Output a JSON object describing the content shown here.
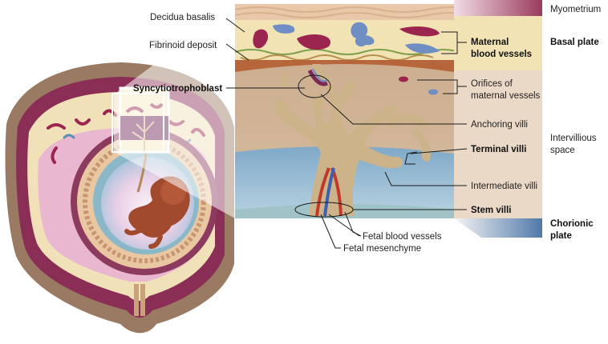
{
  "title": "",
  "labels": {
    "decidua_basalis": "Decidua basalis",
    "fibrinoid_deposit": "Fibrinoid deposit",
    "syncytiotrophoblast": "Syncytiotrophoblast",
    "myometrium": "Myometrium",
    "maternal_blood_vessels_1": "Maternal",
    "maternal_blood_vessels_2": "blood vessels",
    "basal_plate": "Basal plate",
    "orifices_1": "Orifices of",
    "orifices_2": "maternal vessels",
    "anchoring_villi": "Anchoring villi",
    "intervillious_space_1": "Intervillious",
    "intervillious_space_2": "space",
    "terminal_villi": "Terminal villi",
    "intermediate_villi": "Intermediate villi",
    "stem_villi": "Stem villi",
    "chorionic_plate_1": "Chorionic",
    "chorionic_plate_2": "plate",
    "fetal_blood_vessels": "Fetal blood vessels",
    "fetal_mesenchyme": "Fetal mesenchyme"
  },
  "colors": {
    "myometrium": "#9a3a5c",
    "maternal_vessel": "#9c2550",
    "maternal_vein": "#6f8fc4",
    "decidua": "#f1e3b4",
    "villi": "#cdb38a",
    "intervillous": "#c8a886",
    "chorionic": "#5b8fb8",
    "uterus_wall": "#9a7a63"
  }
}
